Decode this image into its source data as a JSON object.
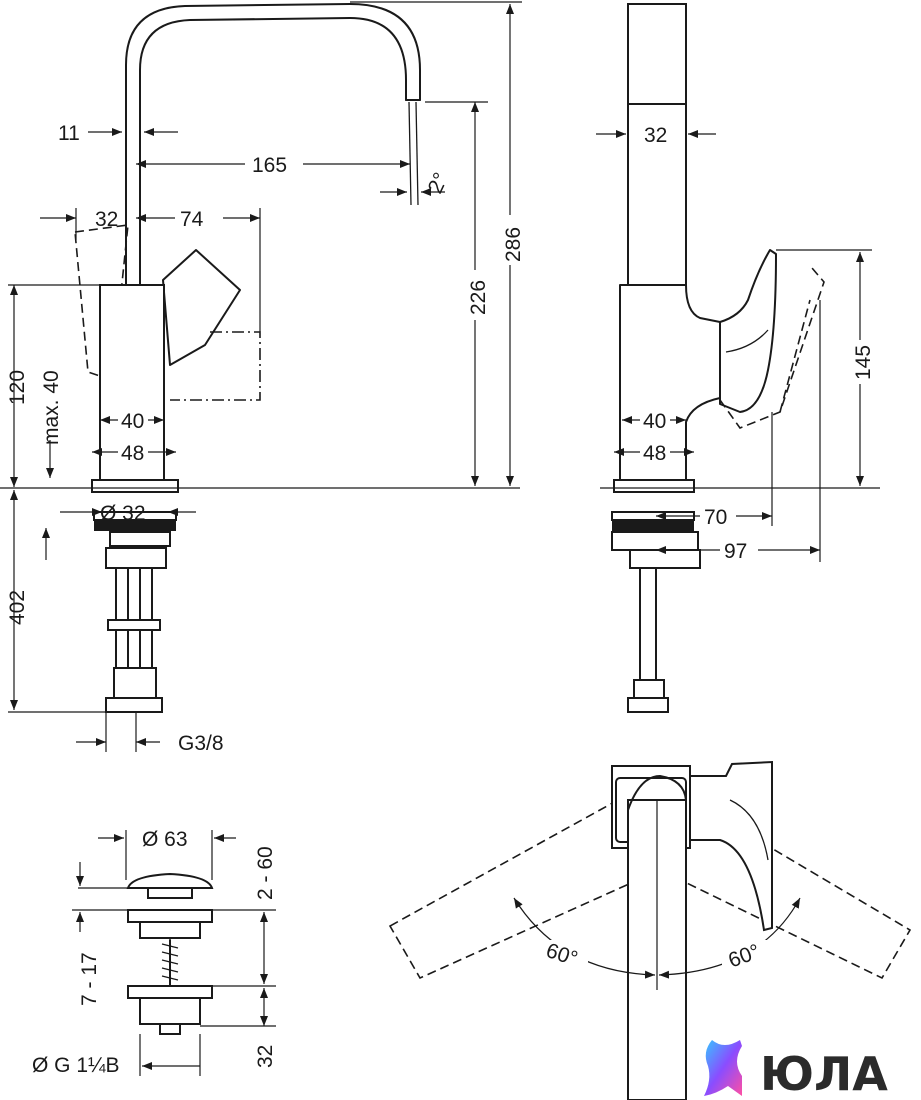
{
  "dimensions": {
    "spout_wall": "11",
    "spout_reach": "165",
    "spout_angle": "2°",
    "lever_back": "32",
    "lever_front": "74",
    "spout_height": "226",
    "total_height": "286",
    "body_height": "120",
    "max_thickness": "max. 40",
    "body_width_40": "40",
    "body_width_48": "48",
    "hole_diameter": "Ø 32",
    "shank_length": "402",
    "connection": "G3/8",
    "side_width": "32",
    "side_40": "40",
    "side_48": "48",
    "lever_height": "145",
    "lever_reach_70": "70",
    "lever_reach_97": "97",
    "waste_diameter": "Ø 63",
    "waste_range": "2 - 60",
    "waste_thread_range": "7 - 17",
    "waste_thread": "Ø G 1¼B",
    "waste_bottom": "32",
    "angle_left": "60°",
    "angle_right": "60°"
  },
  "logo": {
    "text": "ЮЛА",
    "colors": [
      "#35c8ff",
      "#8a4dff",
      "#ff4fa3"
    ]
  }
}
